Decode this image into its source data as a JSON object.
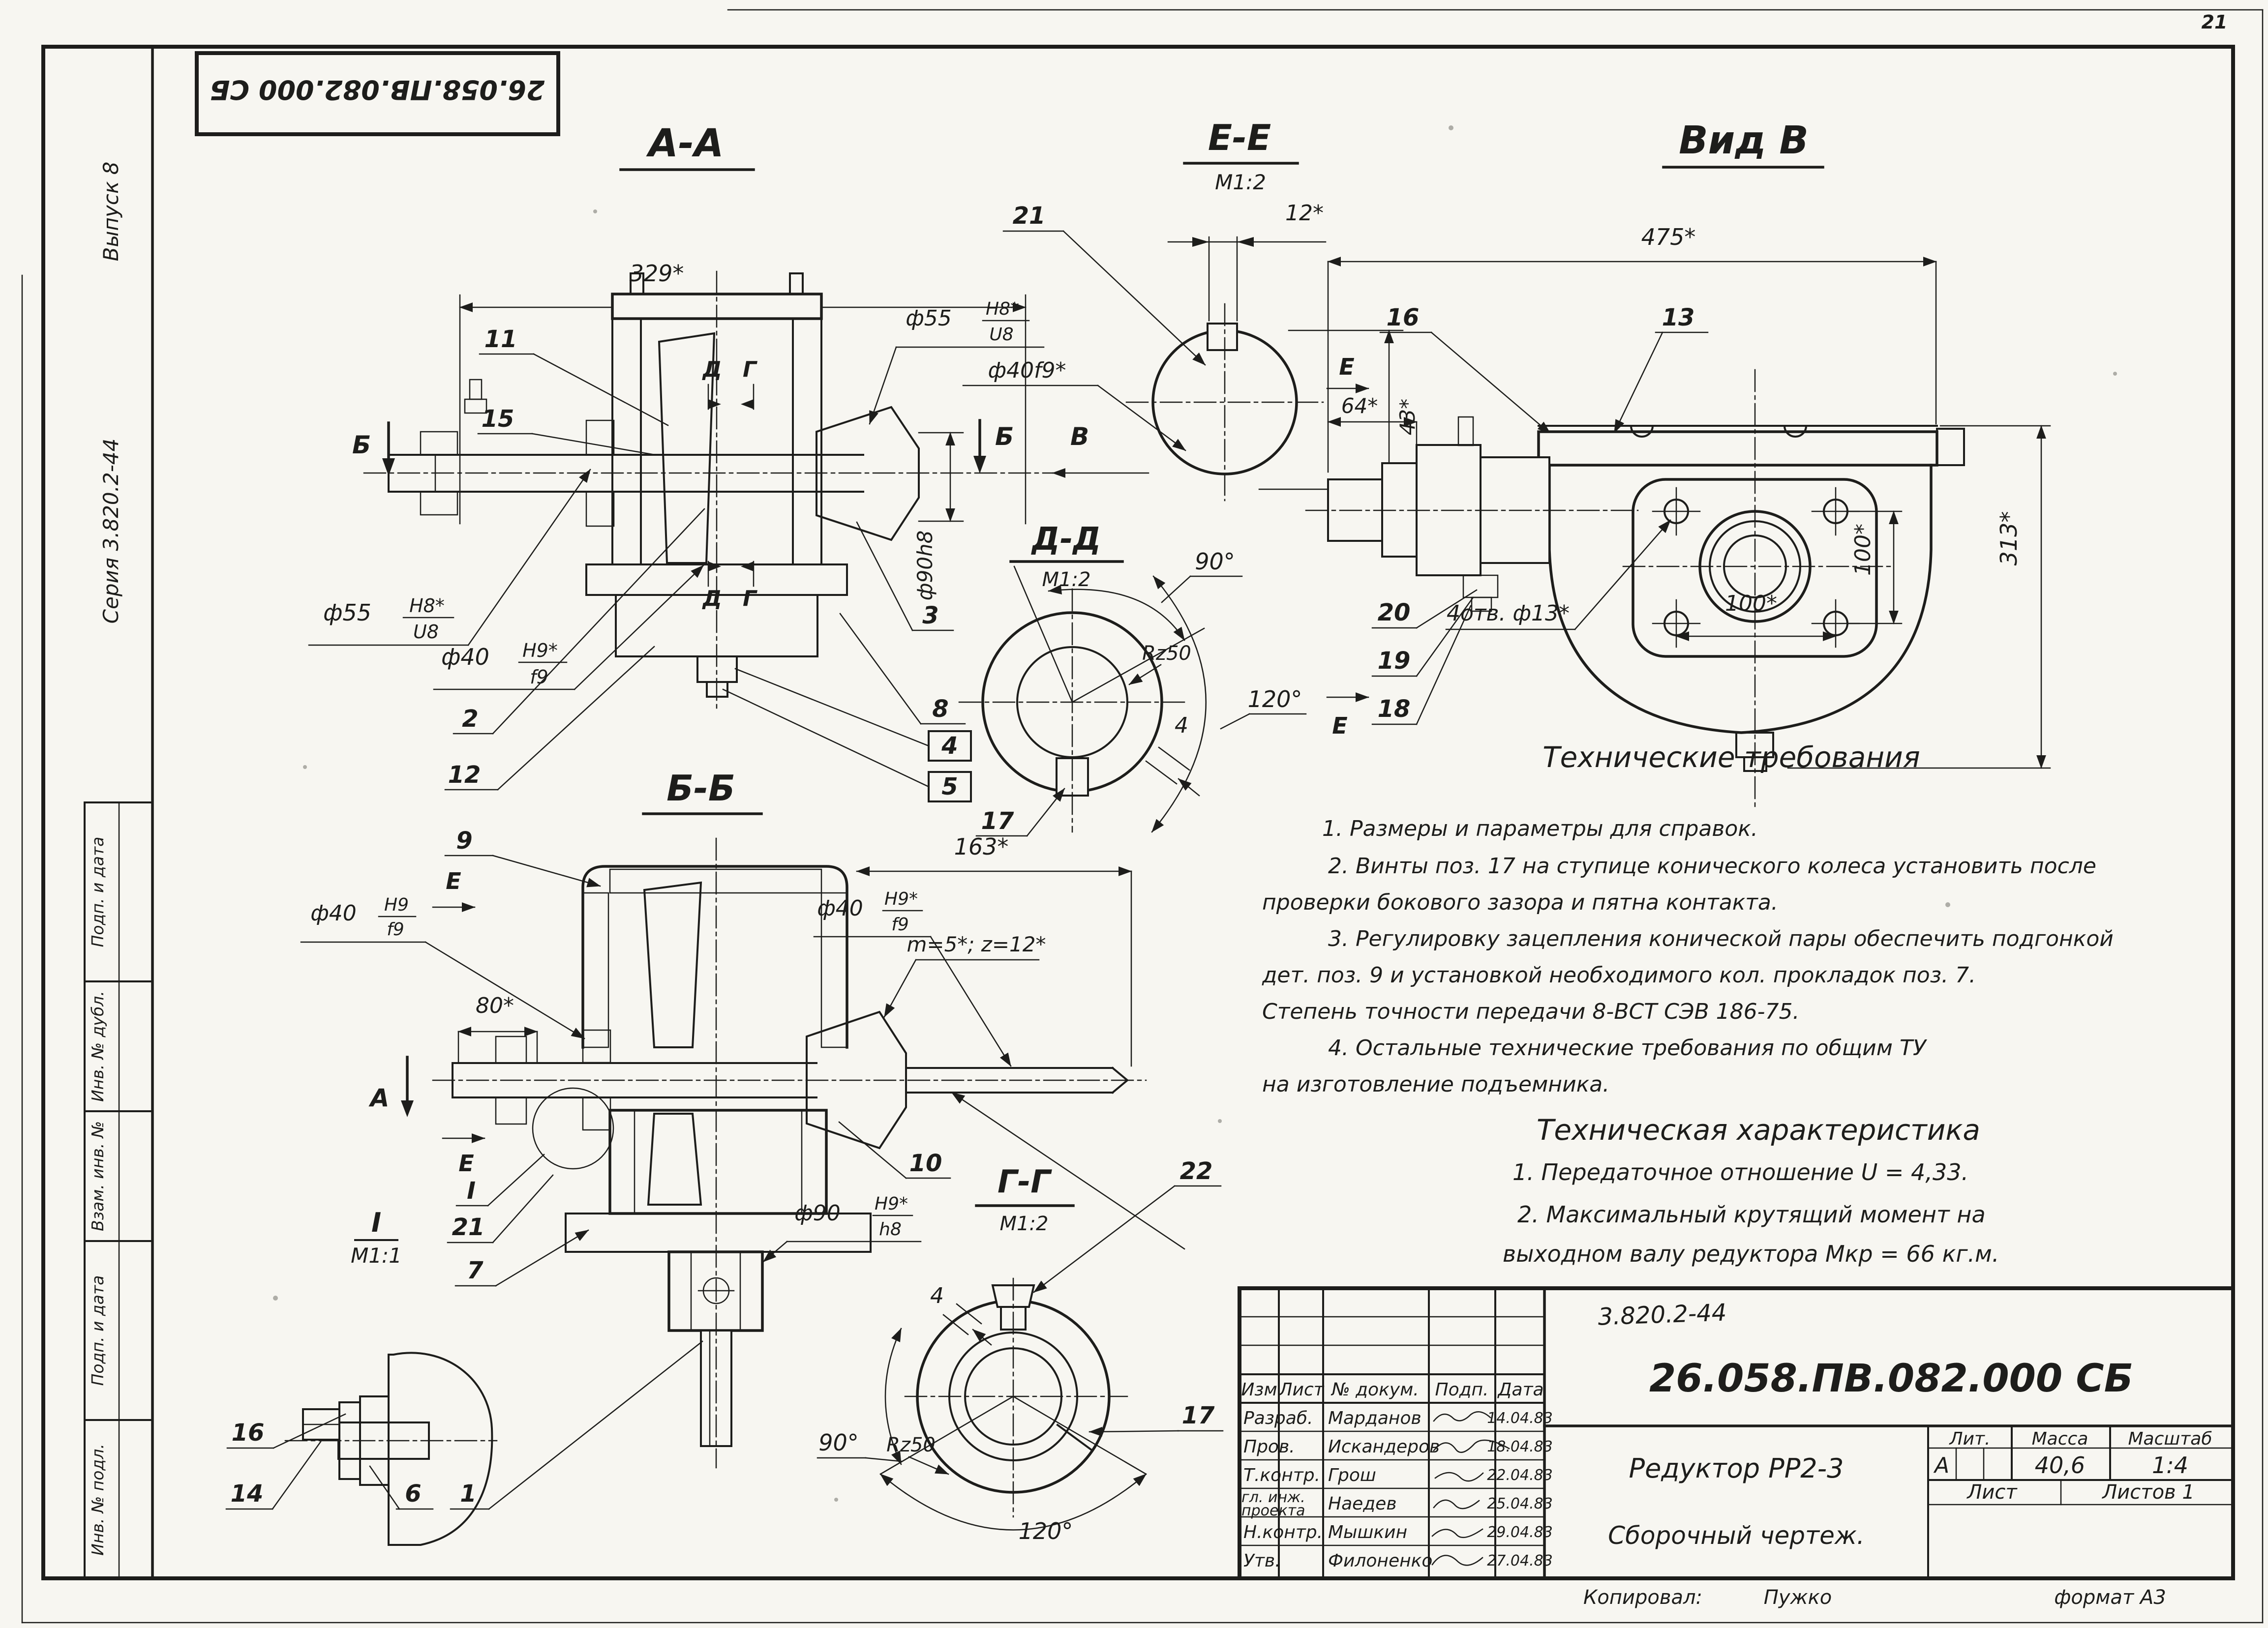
{
  "page": {
    "number": "21",
    "copied_label": "Копировал:",
    "copied_by": "Пужко",
    "format": "формат А3"
  },
  "corner_stamp": "26.058.ПВ.082.000 СБ",
  "margin": {
    "issue": "Выпуск 8",
    "series": "Серия 3.820.2-44",
    "stamps": [
      "Подп. и дата",
      "Инв. № дубл.",
      "Взам. инв. №",
      "Подп. и дата",
      "Инв. № подл."
    ]
  },
  "sections": {
    "aa": {
      "title": "А-А",
      "dim_width": "329*",
      "d55": [
        "ф55",
        "H8*",
        "U8"
      ],
      "d40": [
        "ф40",
        "H9*",
        "f9"
      ],
      "d90": "ф90h8",
      "cut_b": "Б",
      "view_v": "В",
      "cut_d": "Д",
      "cut_g": "Г",
      "callouts": {
        "c11": "11",
        "c15": "15",
        "c2": "2",
        "c12": "12",
        "c3": "3",
        "c8": "8",
        "c4": "4",
        "c5": "5"
      }
    },
    "ee": {
      "title": "Е-Е",
      "scale": "М1:2",
      "c21": "21",
      "dim_key": "12*",
      "dim_h": "43*",
      "d55": [
        "ф55",
        "H8*",
        "U8"
      ],
      "d40": "ф40f9*"
    },
    "vb": {
      "title": "Вид В",
      "dim_width": "475*",
      "dim_left": "64*",
      "dim_holes_h": "100*",
      "dim_holes_v": "100*",
      "dim_height": "313*",
      "holes": "4отв. ф13*",
      "e": "Е",
      "c16": "16",
      "c13": "13",
      "c20": "20",
      "c19": "19",
      "c18": "18"
    },
    "dd": {
      "title": "Д-Д",
      "scale": "М1:2",
      "a90": "90°",
      "a120": "120°",
      "r": "Rz50",
      "dim4": "4",
      "c17": "17"
    },
    "bb": {
      "title": "Б-Б",
      "c9": "9",
      "c10": "10",
      "c21": "21",
      "c7": "7",
      "dim80": "80*",
      "dim163": "163*",
      "d40l": [
        "ф40",
        "H9",
        "f9"
      ],
      "d40r": [
        "ф40",
        "H9*",
        "f9"
      ],
      "module": "m=5*; z=12*",
      "d90": [
        "ф90",
        "H9*",
        "h8"
      ],
      "cut_a": "А",
      "e": "Е",
      "detail": "I"
    },
    "detail1": {
      "title": "I",
      "scale": "М1:1",
      "c16": "16",
      "c14": "14",
      "c6": "6",
      "c1": "1"
    },
    "gg": {
      "title": "Г-Г",
      "scale": "М1:2",
      "c22": "22",
      "c17": "17",
      "dim4": "4",
      "a90": "90°",
      "a120": "120°",
      "r": "Rz50"
    }
  },
  "tech_req": {
    "title": "Технические требования",
    "lines": [
      "1. Размеры и параметры для справок.",
      "2. Винты поз. 17 на ступице конического колеса установить после",
      "проверки  бокового зазора и пятна контакта.",
      "3. Регулировку зацепления конической пары обеспечить подгонкой",
      "дет. поз. 9 и установкой необходимого кол. прокладок поз. 7.",
      "Степень точности передачи  8-ВСТ СЭВ 186-75.",
      "4. Остальные технические требования по общим ТУ",
      "на изготовление подъемника."
    ]
  },
  "tech_char": {
    "title": "Техническая характеристика",
    "lines": [
      "1. Передаточное отношение  U = 4,33.",
      "2. Максимальный крутящий момент на",
      "выходном валу редуктора  Мкр = 66 кг.м."
    ]
  },
  "title_block": {
    "doc_hand": "3.820.2-44",
    "doc": "26.058.ПВ.082.000 СБ",
    "cols": [
      "Изм",
      "Лист",
      "№ докум.",
      "Подп.",
      "Дата"
    ],
    "rows": [
      {
        "role": "Разраб.",
        "name": "Марданов",
        "date": "14.04.83"
      },
      {
        "role": "Пров.",
        "name": "Искандеров",
        "date": "18.04.83"
      },
      {
        "role": "Т.контр.",
        "name": "Грош",
        "date": "22.04.83"
      },
      {
        "role": "гл. инж.",
        "role2": "проекта",
        "name": "Наедев",
        "date": "25.04.83"
      },
      {
        "role": "Н.контр.",
        "name": "Мышкин",
        "date": "29.04.83"
      },
      {
        "role": "Утв.",
        "name": "Филоненко",
        "date": "27.04.83"
      }
    ],
    "name_line1": "Редуктор  РР2-3",
    "name_line2": "Сборочный  чертеж.",
    "lit_label": "Лит.",
    "lit": "А",
    "mass_label": "Масса",
    "mass": "40,6",
    "scale_label": "Масштаб",
    "scale": "1:4",
    "sheet_label": "Лист",
    "sheets_label": "Листов 1"
  }
}
